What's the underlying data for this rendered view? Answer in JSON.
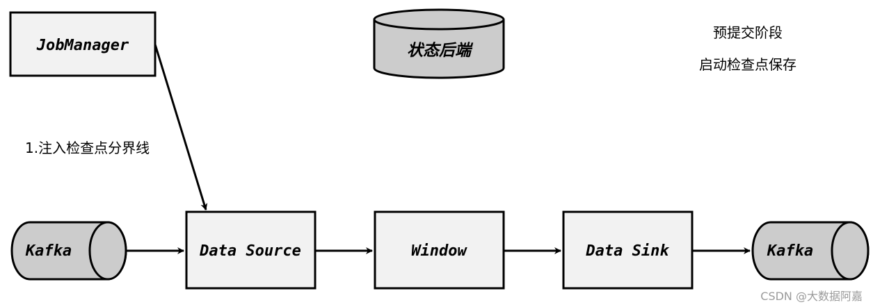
{
  "nodes": {
    "job_manager": "JobManager",
    "state_backend": "状态后端",
    "kafka_source": "Kafka",
    "data_source": "Data Source",
    "window": "Window",
    "data_sink": "Data Sink",
    "kafka_sink": "Kafka"
  },
  "annotations": {
    "inject_barrier": "1.注入检查点分界线",
    "phase_line1": "预提交阶段",
    "phase_line2": "启动检查点保存"
  },
  "watermark": "CSDN @大数据阿嘉",
  "colors": {
    "box_fill": "#f2f2f2",
    "cylinder_fill": "#cccccc",
    "stroke": "#000000"
  }
}
